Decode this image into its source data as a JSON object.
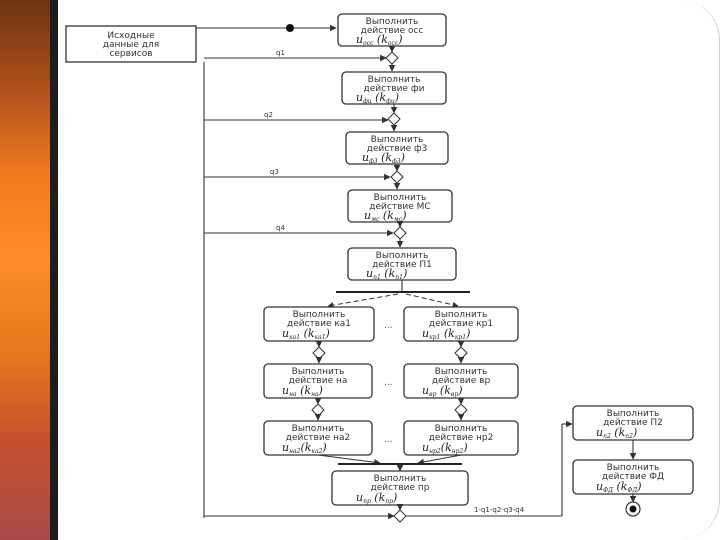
{
  "source": {
    "line1": "Исходные",
    "line2": "данные для",
    "line3": "сервисов"
  },
  "signals": [
    "q1",
    "q2",
    "q3",
    "q4"
  ],
  "actions": [
    {
      "l1": "Выполнить",
      "l2": "действие  осс",
      "l3": "u",
      "l3sub": "осс",
      "l3b": " (k",
      "l3bsub": "осс",
      "l3c": ")"
    },
    {
      "l1": "Выполнить",
      "l2": "действие  фи",
      "l3": "u",
      "l3sub": "фи",
      "l3b": "  (k",
      "l3bsub": "фи",
      "l3c": ")"
    },
    {
      "l1": "Выполнить",
      "l2": "действие  ф3",
      "l3": "u",
      "l3sub": "ф3",
      "l3b": "  (k",
      "l3bsub": "ф3",
      "l3c": ")"
    },
    {
      "l1": "Выполнить",
      "l2": "действие  МС",
      "l3": "u",
      "l3sub": "мс",
      "l3b": " (k",
      "l3bsub": "мс",
      "l3c": ")"
    },
    {
      "l1": "Выполнить",
      "l2": "действие   П1",
      "l3": "u",
      "l3sub": "п1",
      "l3b": "  (k",
      "l3bsub": "п1",
      "l3c": ")"
    },
    {
      "l1": "Выполнить",
      "l2": "действие  ка1",
      "l3": "u",
      "l3sub": "ка1",
      "l3b": "  (k",
      "l3bsub": "ка1",
      "l3c": ")"
    },
    {
      "l1": "Выполнить",
      "l2": "действие  кр1",
      "l3": "u",
      "l3sub": "кр1",
      "l3b": " (k",
      "l3bsub": "кр1",
      "l3c": ")"
    },
    {
      "l1": "Выполнить",
      "l2": "действие  на",
      "l3": "u",
      "l3sub": "на",
      "l3b": "  (k",
      "l3bsub": "на",
      "l3c": ")"
    },
    {
      "l1": "Выполнить",
      "l2": "действие  вр",
      "l3": "u",
      "l3sub": "вр",
      "l3b": "  (k",
      "l3bsub": "вр",
      "l3c": ")"
    },
    {
      "l1": "Выполнить",
      "l2": "действие на2",
      "l3": "u",
      "l3sub": "на2",
      "l3b": "(k",
      "l3bsub": "ка2",
      "l3c": ")"
    },
    {
      "l1": "Выполнить",
      "l2": "действие нр2",
      "l3": "u",
      "l3sub": "нр2",
      "l3b": "(k",
      "l3bsub": "нр2",
      "l3c": ")"
    },
    {
      "l1": "Выполнить",
      "l2": "действие  пр",
      "l3": "u",
      "l3sub": "пр",
      "l3b": "  (k",
      "l3bsub": "пр",
      "l3c": ")"
    },
    {
      "l1": "Выполнить",
      "l2": "действие  П2",
      "l3": "u",
      "l3sub": "п2",
      "l3b": " (k",
      "l3bsub": "п2",
      "l3c": ")"
    },
    {
      "l1": "Выполнить",
      "l2": "действие  ФД",
      "l3": "u",
      "l3sub": "ФД",
      "l3b": "  (k",
      "l3bsub": "ФД",
      "l3c": ")"
    }
  ],
  "ellipsis": "...",
  "end_condition": "1-q1-q2-q3-q4"
}
